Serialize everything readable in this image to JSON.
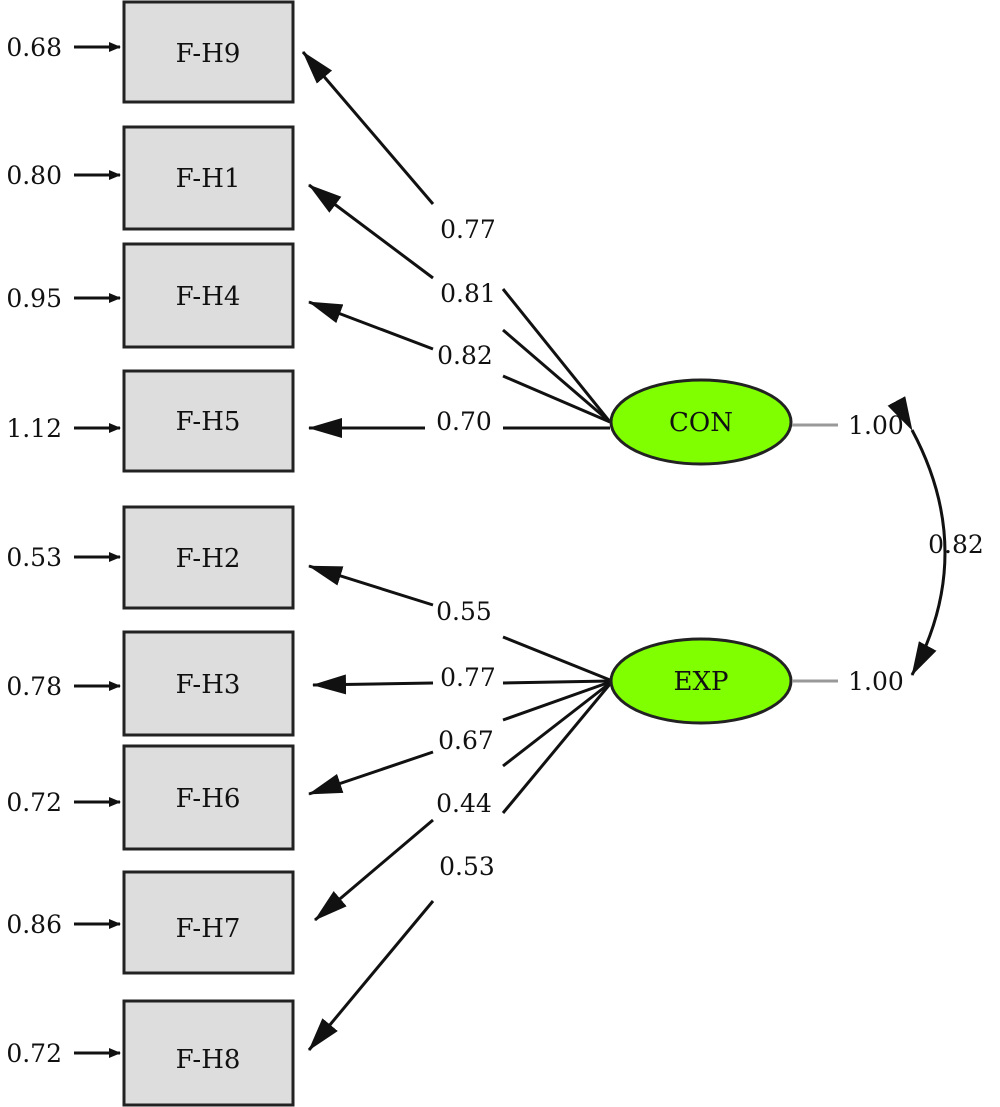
{
  "indicators": [
    {
      "name": "F-H9",
      "error": "0.68"
    },
    {
      "name": "F-H1",
      "error": "0.80"
    },
    {
      "name": "F-H4",
      "error": "0.95"
    },
    {
      "name": "F-H5",
      "error": "1.12"
    },
    {
      "name": "F-H2",
      "error": "0.53"
    },
    {
      "name": "F-H3",
      "error": "0.78"
    },
    {
      "name": "F-H6",
      "error": "0.72"
    },
    {
      "name": "F-H7",
      "error": "0.86"
    },
    {
      "name": "F-H8",
      "error": "0.72"
    }
  ],
  "factors": [
    {
      "name": "CON",
      "variance": "1.00",
      "color": "#7fff00"
    },
    {
      "name": "EXP",
      "variance": "1.00",
      "color": "#7fff00"
    }
  ],
  "loadings": [
    {
      "factor": "CON",
      "indicator": "F-H9",
      "value": "0.77"
    },
    {
      "factor": "CON",
      "indicator": "F-H1",
      "value": "0.81"
    },
    {
      "factor": "CON",
      "indicator": "F-H4",
      "value": "0.82"
    },
    {
      "factor": "CON",
      "indicator": "F-H5",
      "value": "0.70"
    },
    {
      "factor": "EXP",
      "indicator": "F-H2",
      "value": "0.55"
    },
    {
      "factor": "EXP",
      "indicator": "F-H3",
      "value": "0.77"
    },
    {
      "factor": "EXP",
      "indicator": "F-H6",
      "value": "0.67"
    },
    {
      "factor": "EXP",
      "indicator": "F-H7",
      "value": "0.44"
    },
    {
      "factor": "EXP",
      "indicator": "F-H8",
      "value": "0.53"
    }
  ],
  "correlation": {
    "from": "CON",
    "to": "EXP",
    "value": "0.82"
  }
}
